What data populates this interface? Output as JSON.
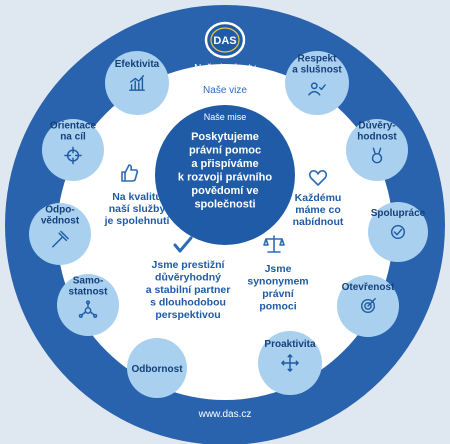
{
  "logo": {
    "text": "DAS"
  },
  "ring_labels": {
    "outer": "Naše hodnoty",
    "middle": "Naše vize",
    "inner": "Naše mise"
  },
  "mission": [
    "Poskytujeme",
    "právní pomoc",
    "a přispíváme",
    "k rozvoji právního",
    "povědomí ve",
    "společnosti"
  ],
  "vision": [
    {
      "icon": "thumbs-up-icon",
      "lines": [
        "Na kvalitu",
        "naší služby",
        "je spolehnutí"
      ]
    },
    {
      "icon": "heart-icon",
      "lines": [
        "Každému",
        "máme co",
        "nabídnout"
      ]
    },
    {
      "icon": "checkmark-icon",
      "lines": [
        "Jsme prestižní",
        "důvěryhodný",
        "a stabilní partner",
        "s dlouhodobou",
        "perspektivou"
      ]
    },
    {
      "icon": "scales-icon",
      "lines": [
        "Jsme",
        "synonymem",
        "právní",
        "pomoci"
      ]
    }
  ],
  "values": [
    {
      "id": "efektivita",
      "lines": [
        "Efektivita"
      ],
      "icon": "chart-icon"
    },
    {
      "id": "respekt",
      "lines": [
        "Respekt",
        "a slušnost"
      ],
      "icon": "people-check-icon"
    },
    {
      "id": "duveryhodnost",
      "lines": [
        "Důvěry-",
        "hodnost"
      ],
      "icon": "medal-icon"
    },
    {
      "id": "spoluprace",
      "lines": [
        "Spolupráce"
      ],
      "icon": "handshake-icon"
    },
    {
      "id": "otevrenost",
      "lines": [
        "Otevřenost"
      ],
      "icon": "target-icon"
    },
    {
      "id": "proaktivita",
      "lines": [
        "Proaktivita"
      ],
      "icon": "move-arrows-icon"
    },
    {
      "id": "odbornost",
      "lines": [
        "Odbornost"
      ],
      "icon": ""
    },
    {
      "id": "samostatnost",
      "lines": [
        "Samo-",
        "statnost"
      ],
      "icon": "network-icon"
    },
    {
      "id": "odpovednost",
      "lines": [
        "Odpo-",
        "vědnost"
      ],
      "icon": "gavel-icon"
    },
    {
      "id": "orientace",
      "lines": [
        "Orientace",
        "na cíl"
      ],
      "icon": "crosshair-icon"
    }
  ],
  "footer": {
    "url": "www.das.cz"
  },
  "colors": {
    "background": "#dfe8f1",
    "outer_ring": "#2a63ad",
    "value_circle": "#a9d1ef",
    "value_text": "#163e7a",
    "inner_disc": "#ffffff",
    "mission_disc": "#1f5ba6",
    "accent": "#2c6cb7"
  }
}
